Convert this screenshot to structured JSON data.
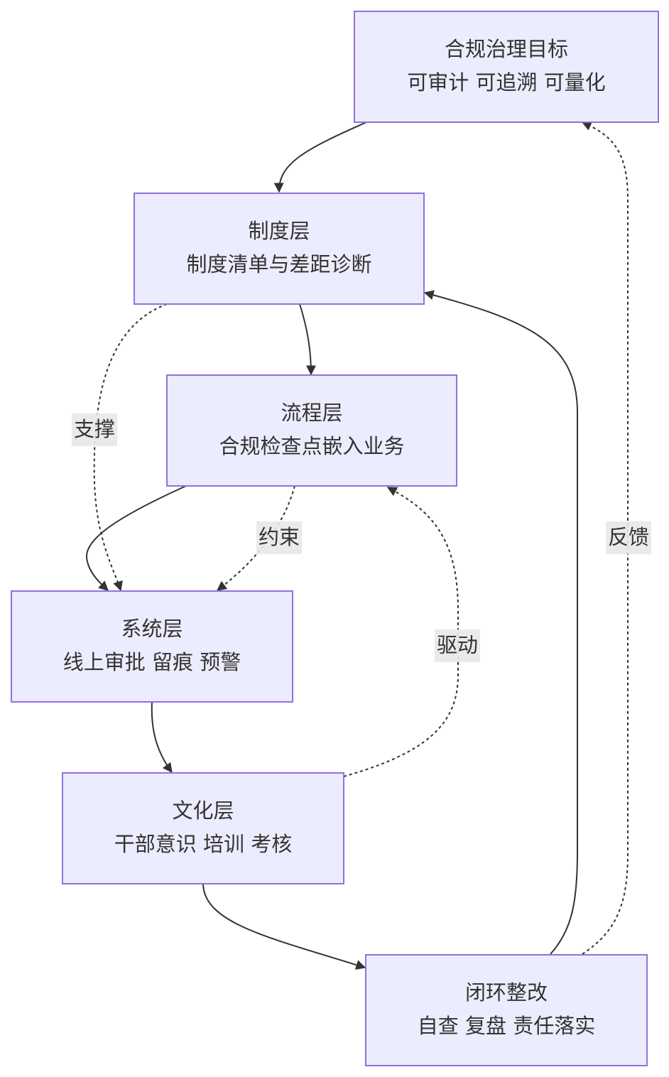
{
  "nodes": {
    "goal": {
      "title": "合规治理目标",
      "subtitle": "可审计 可追溯 可量化"
    },
    "policy": {
      "title": "制度层",
      "subtitle": "制度清单与差距诊断"
    },
    "process": {
      "title": "流程层",
      "subtitle": "合规检查点嵌入业务"
    },
    "system": {
      "title": "系统层",
      "subtitle": "线上审批 留痕 预警"
    },
    "culture": {
      "title": "文化层",
      "subtitle": "干部意识 培训 考核"
    },
    "closure": {
      "title": "闭环整改",
      "subtitle": "自查 复盘 责任落实"
    }
  },
  "edge_labels": {
    "support": "支撑",
    "constrain": "约束",
    "drive": "驱动",
    "feedback": "反馈"
  }
}
